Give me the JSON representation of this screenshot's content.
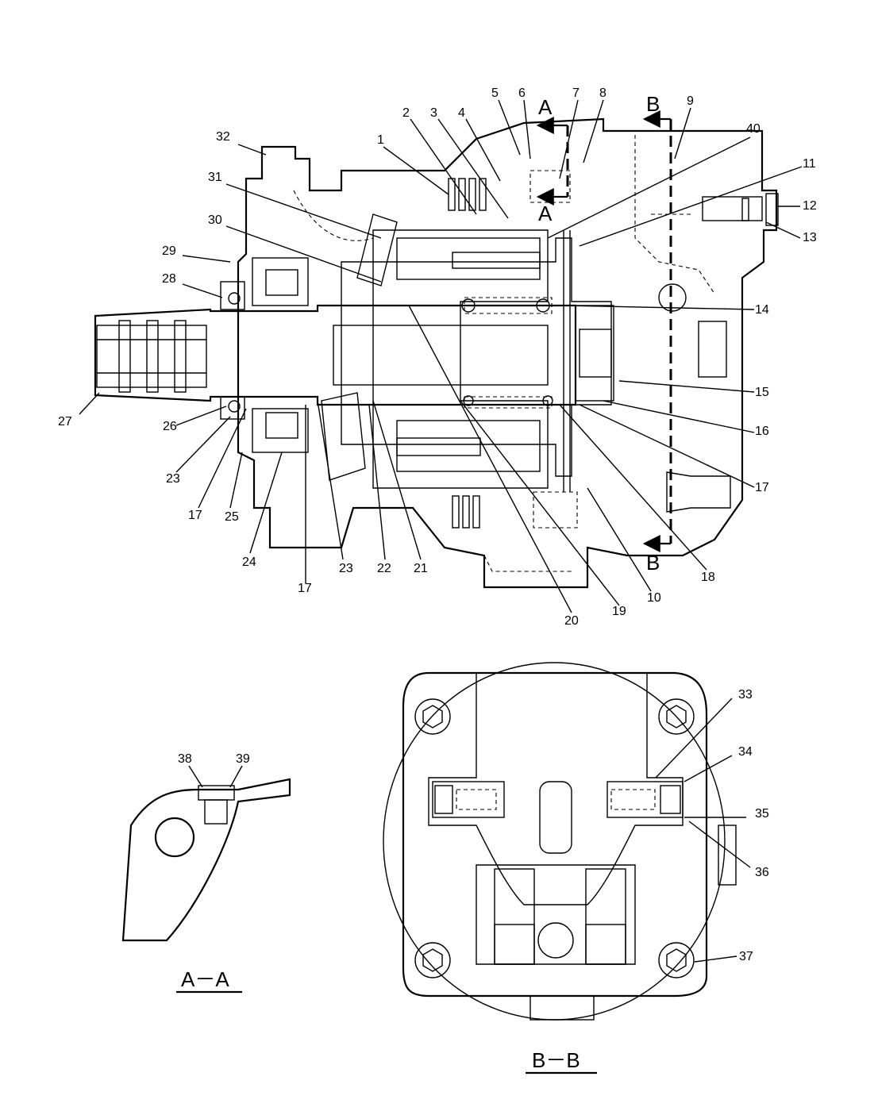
{
  "callouts": {
    "c1": "1",
    "c2": "2",
    "c3": "3",
    "c4": "4",
    "c5": "5",
    "c6": "6",
    "c7": "7",
    "c8": "8",
    "c9": "9",
    "c10": "10",
    "c11": "11",
    "c12": "12",
    "c13": "13",
    "c14": "14",
    "c15": "15",
    "c16": "16",
    "c17": "17",
    "c18": "18",
    "c19": "19",
    "c20": "20",
    "c21": "21",
    "c22": "22",
    "c23": "23",
    "c24": "24",
    "c25": "25",
    "c26": "26",
    "c27": "27",
    "c28": "28",
    "c29": "29",
    "c30": "30",
    "c31": "31",
    "c32": "32",
    "c33": "33",
    "c34": "34",
    "c35": "35",
    "c36": "36",
    "c37": "37",
    "c38": "38",
    "c39": "39",
    "c40": "40"
  },
  "section_markers": {
    "a": "A",
    "b": "B"
  },
  "section_titles": {
    "aa": "A－A",
    "bb": "B－B"
  }
}
